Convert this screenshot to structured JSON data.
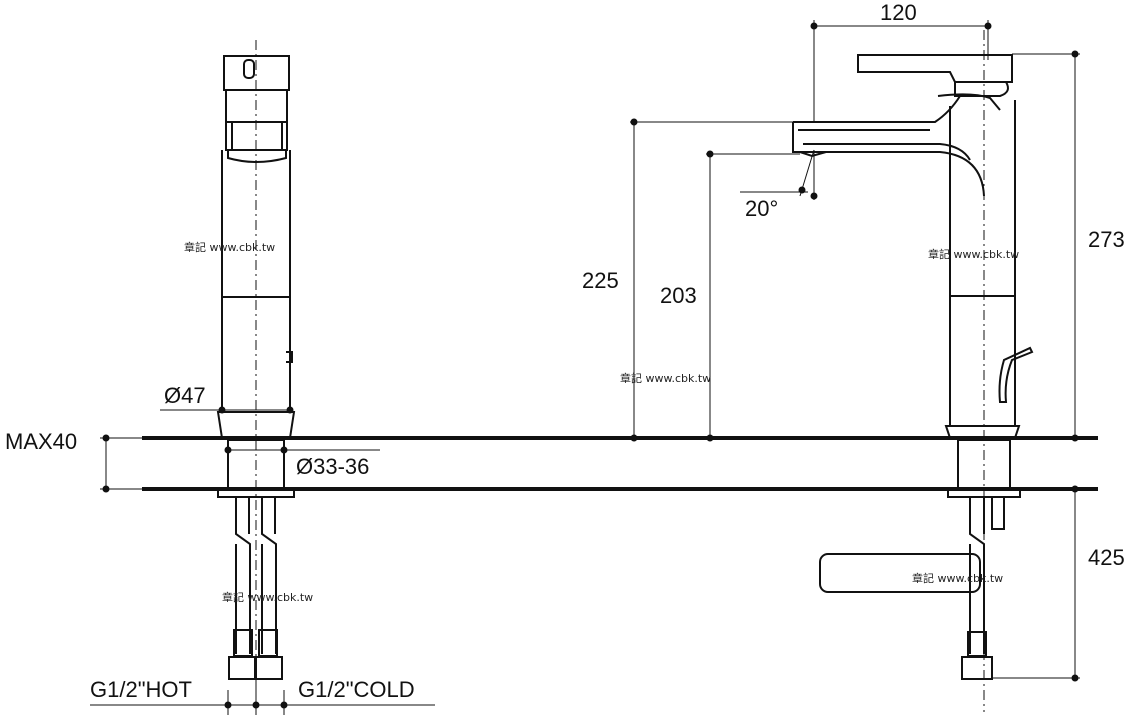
{
  "diagram": {
    "dimensions": {
      "width_top": "120",
      "height_total": "273",
      "spout_height": "225",
      "outlet_height": "203",
      "spout_angle": "20°",
      "hose_length": "425",
      "body_diameter": "Ø47",
      "hole_diameter": "Ø33-36",
      "deck_thickness": "MAX40"
    },
    "connections": {
      "hot": "G1/2\"HOT",
      "cold": "G1/2\"COLD"
    },
    "watermark": "章記 www.cbk.tw"
  }
}
